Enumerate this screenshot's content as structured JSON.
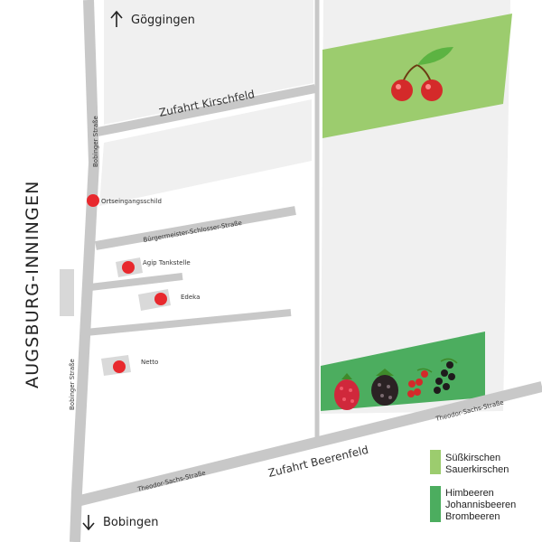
{
  "map": {
    "town_label": "AUGSBURG-INNINGEN",
    "directions": {
      "north": {
        "label": "Göggingen",
        "icon": "arrow-up-icon"
      },
      "south": {
        "label": "Bobingen",
        "icon": "arrow-down-icon"
      }
    },
    "streets": {
      "zufahrt_kirschfeld": "Zufahrt Kirschfeld",
      "buergermeister_schlosser": "Bürgermeister-Schlosser-Straße",
      "bobinger_north": "Bobinger Straße",
      "bobinger_south": "Bobinger Straße",
      "theodor_sachs_left": "Theodor-Sachs-Straße",
      "theodor_sachs_right": "Theodor-Sachs-Straße",
      "zufahrt_beerenfeld": "Zufahrt Beerenfeld"
    },
    "landmarks": [
      {
        "label": "Ortseingangsschild",
        "icon": "location-dot-icon"
      },
      {
        "label": "Agip Tankstelle",
        "icon": "location-dot-icon"
      },
      {
        "label": "Edeka",
        "icon": "location-dot-icon"
      },
      {
        "label": "Netto",
        "icon": "location-dot-icon"
      }
    ],
    "fields": {
      "cherry": {
        "icon": "cherry-icon",
        "color": "#9ccc6e"
      },
      "berry": {
        "icons": [
          "raspberry-icon",
          "blackberry-icon",
          "redcurrant-icon",
          "blackcurrant-icon"
        ],
        "color": "#4cad5f"
      }
    },
    "colors": {
      "road": "#c8c8c8",
      "block": "#f0f0f0",
      "landmark_dot": "#e8292e"
    }
  },
  "legend": {
    "cherry": {
      "lines": [
        "Süßkirschen",
        "Sauerkirschen"
      ],
      "color": "#9ccc6e"
    },
    "berry": {
      "lines": [
        "Himbeeren",
        "Johannisbeeren",
        "Brombeeren"
      ],
      "color": "#4cad5f"
    }
  }
}
